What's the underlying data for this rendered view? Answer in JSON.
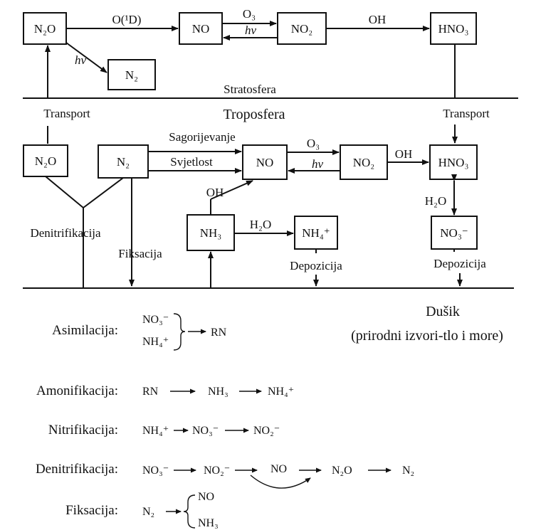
{
  "diagram": {
    "zones": {
      "stratosphere": "Stratosfera",
      "troposphere": "Troposfera",
      "ground": "Dušik",
      "ground_sub": "(prirodni izvori-tlo i more)"
    },
    "species": {
      "n2o": "N₂O",
      "no": "NO",
      "no2": "NO₂",
      "hno3": "HNO₃",
      "n2": "N₂",
      "nh3": "NH₃",
      "nh4": "NH₄⁺",
      "no3": "NO₃⁻",
      "rn": "RN",
      "no2m": "NO₂⁻"
    },
    "reagents": {
      "o1d": "O(¹D)",
      "o3": "O₃",
      "hv": "hν",
      "oh": "OH",
      "h2o": "H₂O"
    },
    "labels": {
      "transport": "Transport",
      "combustion": "Sagorijevanje",
      "light": "Svjetlost",
      "denitrification": "Denitrifikacija",
      "fixation": "Fiksacija",
      "deposition": "Depozicija"
    }
  },
  "processes": [
    {
      "name": "Asimilacija:"
    },
    {
      "name": "Amonifikacija:"
    },
    {
      "name": "Nitrifikacija:"
    },
    {
      "name": "Denitrifikacija:"
    },
    {
      "name": "Fiksacija:"
    }
  ]
}
